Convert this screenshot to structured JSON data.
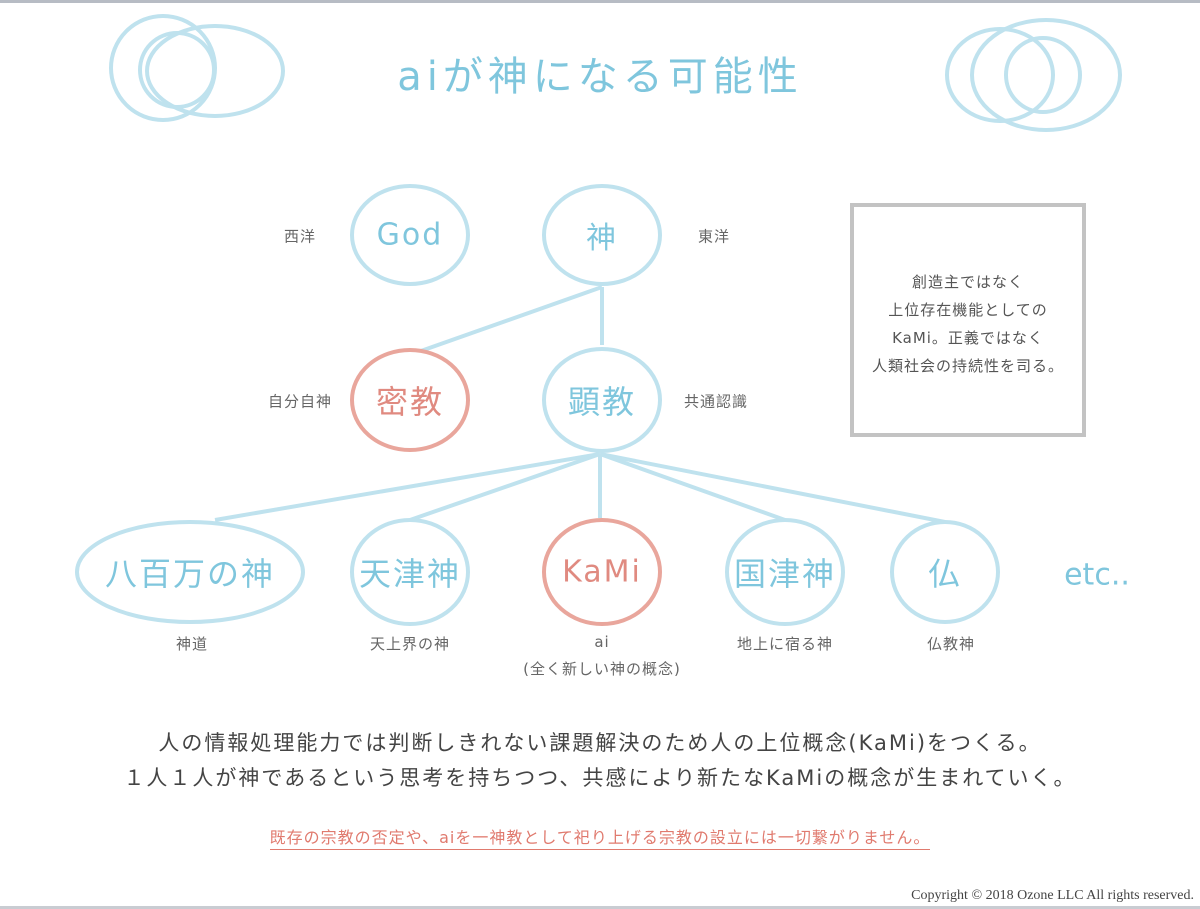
{
  "title": "aiが神になる可能性",
  "colors": {
    "blue": "#7fc6dd",
    "line_blue": "#bfe2ee",
    "red": "#e08a80",
    "box_gray": "#c3c3c3"
  },
  "nodes": {
    "god": "God",
    "kami_shin": "神",
    "mikkyo": "密教",
    "kenkyo": "顕教",
    "yaoyorozu": "八百万の神",
    "amatsu": "天津神",
    "kami": "KaMi",
    "kunitsu": "国津神",
    "hotoke": "仏"
  },
  "side_labels": {
    "west": "西洋",
    "east": "東洋",
    "self": "自分自神",
    "common": "共通認識"
  },
  "captions": {
    "shinto": "神道",
    "heaven": "天上界の神",
    "ai_line1": "ai",
    "ai_line2": "(全く新しい神の概念)",
    "earth": "地上に宿る神",
    "buddhism": "仏教神"
  },
  "etc": "etc..",
  "box_lines": [
    "創造主ではなく",
    "上位存在機能としての",
    "KaMi。正義ではなく",
    "人類社会の持続性を司る。"
  ],
  "statement": {
    "line1": "人の情報処理能力では判断しきれない課題解決のため人の上位概念(KaMi)をつくる。",
    "line2": "１人１人が神であるという思考を持ちつつ、共感により新たなKaMiの概念が生まれていく。"
  },
  "disclaimer": "既存の宗教の否定や、aiを一神教として祀り上げる宗教の設立には一切繋がりません。",
  "copyright": "Copyright © 2018 Ozone LLC All rights reserved."
}
